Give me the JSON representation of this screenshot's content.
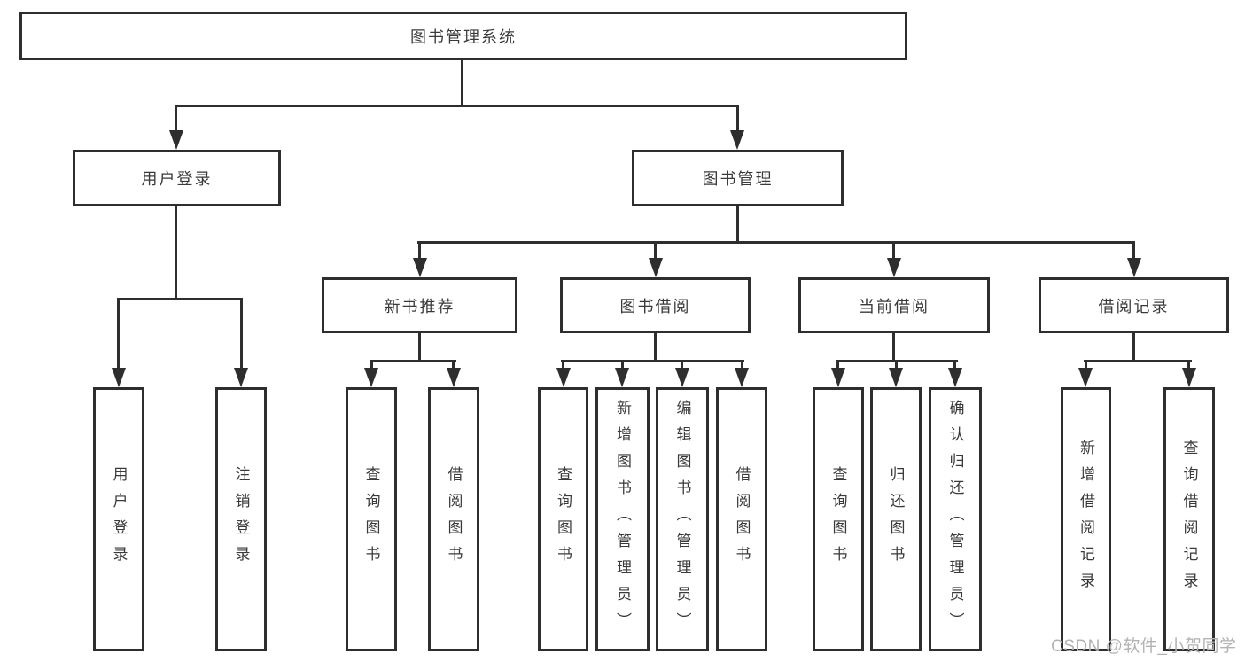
{
  "nodes": {
    "root": "图书管理系统",
    "user_login": "用户登录",
    "book_mgmt": "图书管理",
    "new_book": "新书推荐",
    "book_borrow": "图书借阅",
    "current_borrow": "当前借阅",
    "borrow_record": "借阅记录",
    "ul_login": "用户登录",
    "ul_logout": "注销登录",
    "nb_query": "查询图书",
    "nb_borrow": "借阅图书",
    "bb_query": "查询图书",
    "bb_add": "新增图书（管理员）",
    "bb_edit": "编辑图书（管理员）",
    "bb_borrow": "借阅图书",
    "cb_query": "查询图书",
    "cb_return": "归还图书",
    "cb_confirm": "确认归还（管理员）",
    "br_add": "新增借阅记录",
    "br_query": "查询借阅记录"
  },
  "hierarchy": {
    "图书管理系统": {
      "用户登录": [
        "用户登录",
        "注销登录"
      ],
      "图书管理": {
        "新书推荐": [
          "查询图书",
          "借阅图书"
        ],
        "图书借阅": [
          "查询图书",
          "新增图书（管理员）",
          "编辑图书（管理员）",
          "借阅图书"
        ],
        "当前借阅": [
          "查询图书",
          "归还图书",
          "确认归还（管理员）"
        ],
        "借阅记录": [
          "新增借阅记录",
          "查询借阅记录"
        ]
      }
    }
  },
  "watermark": "CSDN @软件_小贺同学",
  "colors": {
    "line": "#2e2e2e",
    "text": "#3a3a3a",
    "watermark": "#b3b3b3",
    "background": "#ffffff"
  }
}
